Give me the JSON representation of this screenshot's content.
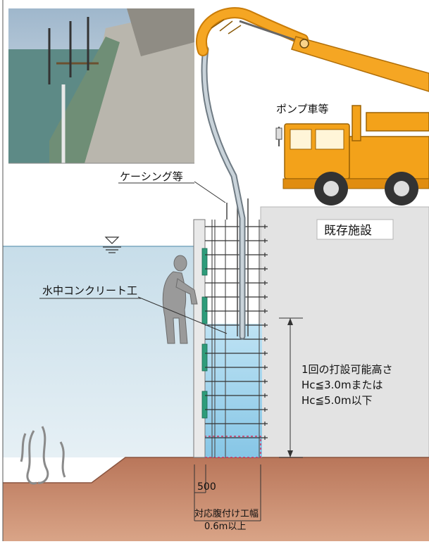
{
  "labels": {
    "pump_truck": "ポンプ車等",
    "casing": "ケーシング等",
    "existing_facility": "既存施設",
    "underwater_concrete": "水中コンクリート工",
    "height_line1": "1回の打設可能高さ",
    "height_line2": "Hc≦3.0mまたは",
    "height_line3": "Hc≦5.0m以下",
    "width_500": "500",
    "width_line1": "対応腹付け工幅",
    "width_line2": "0.6m以上"
  },
  "colors": {
    "water": "#d3e5ef",
    "concrete_fill": "#9fd3ec",
    "seabed": "#c48767",
    "existing_facility": "#e2e2e2",
    "truck": "#f3a21a",
    "boom": "#f5a623",
    "form_panel": "#2e9c7a",
    "dashed_outline": "#d0305e"
  },
  "icons": {
    "water_level": "water-level-triangle-icon",
    "diver": "diver-silhouette-icon",
    "seaweed": "seaweed-icon",
    "pump_truck": "concrete-pump-truck-icon"
  }
}
